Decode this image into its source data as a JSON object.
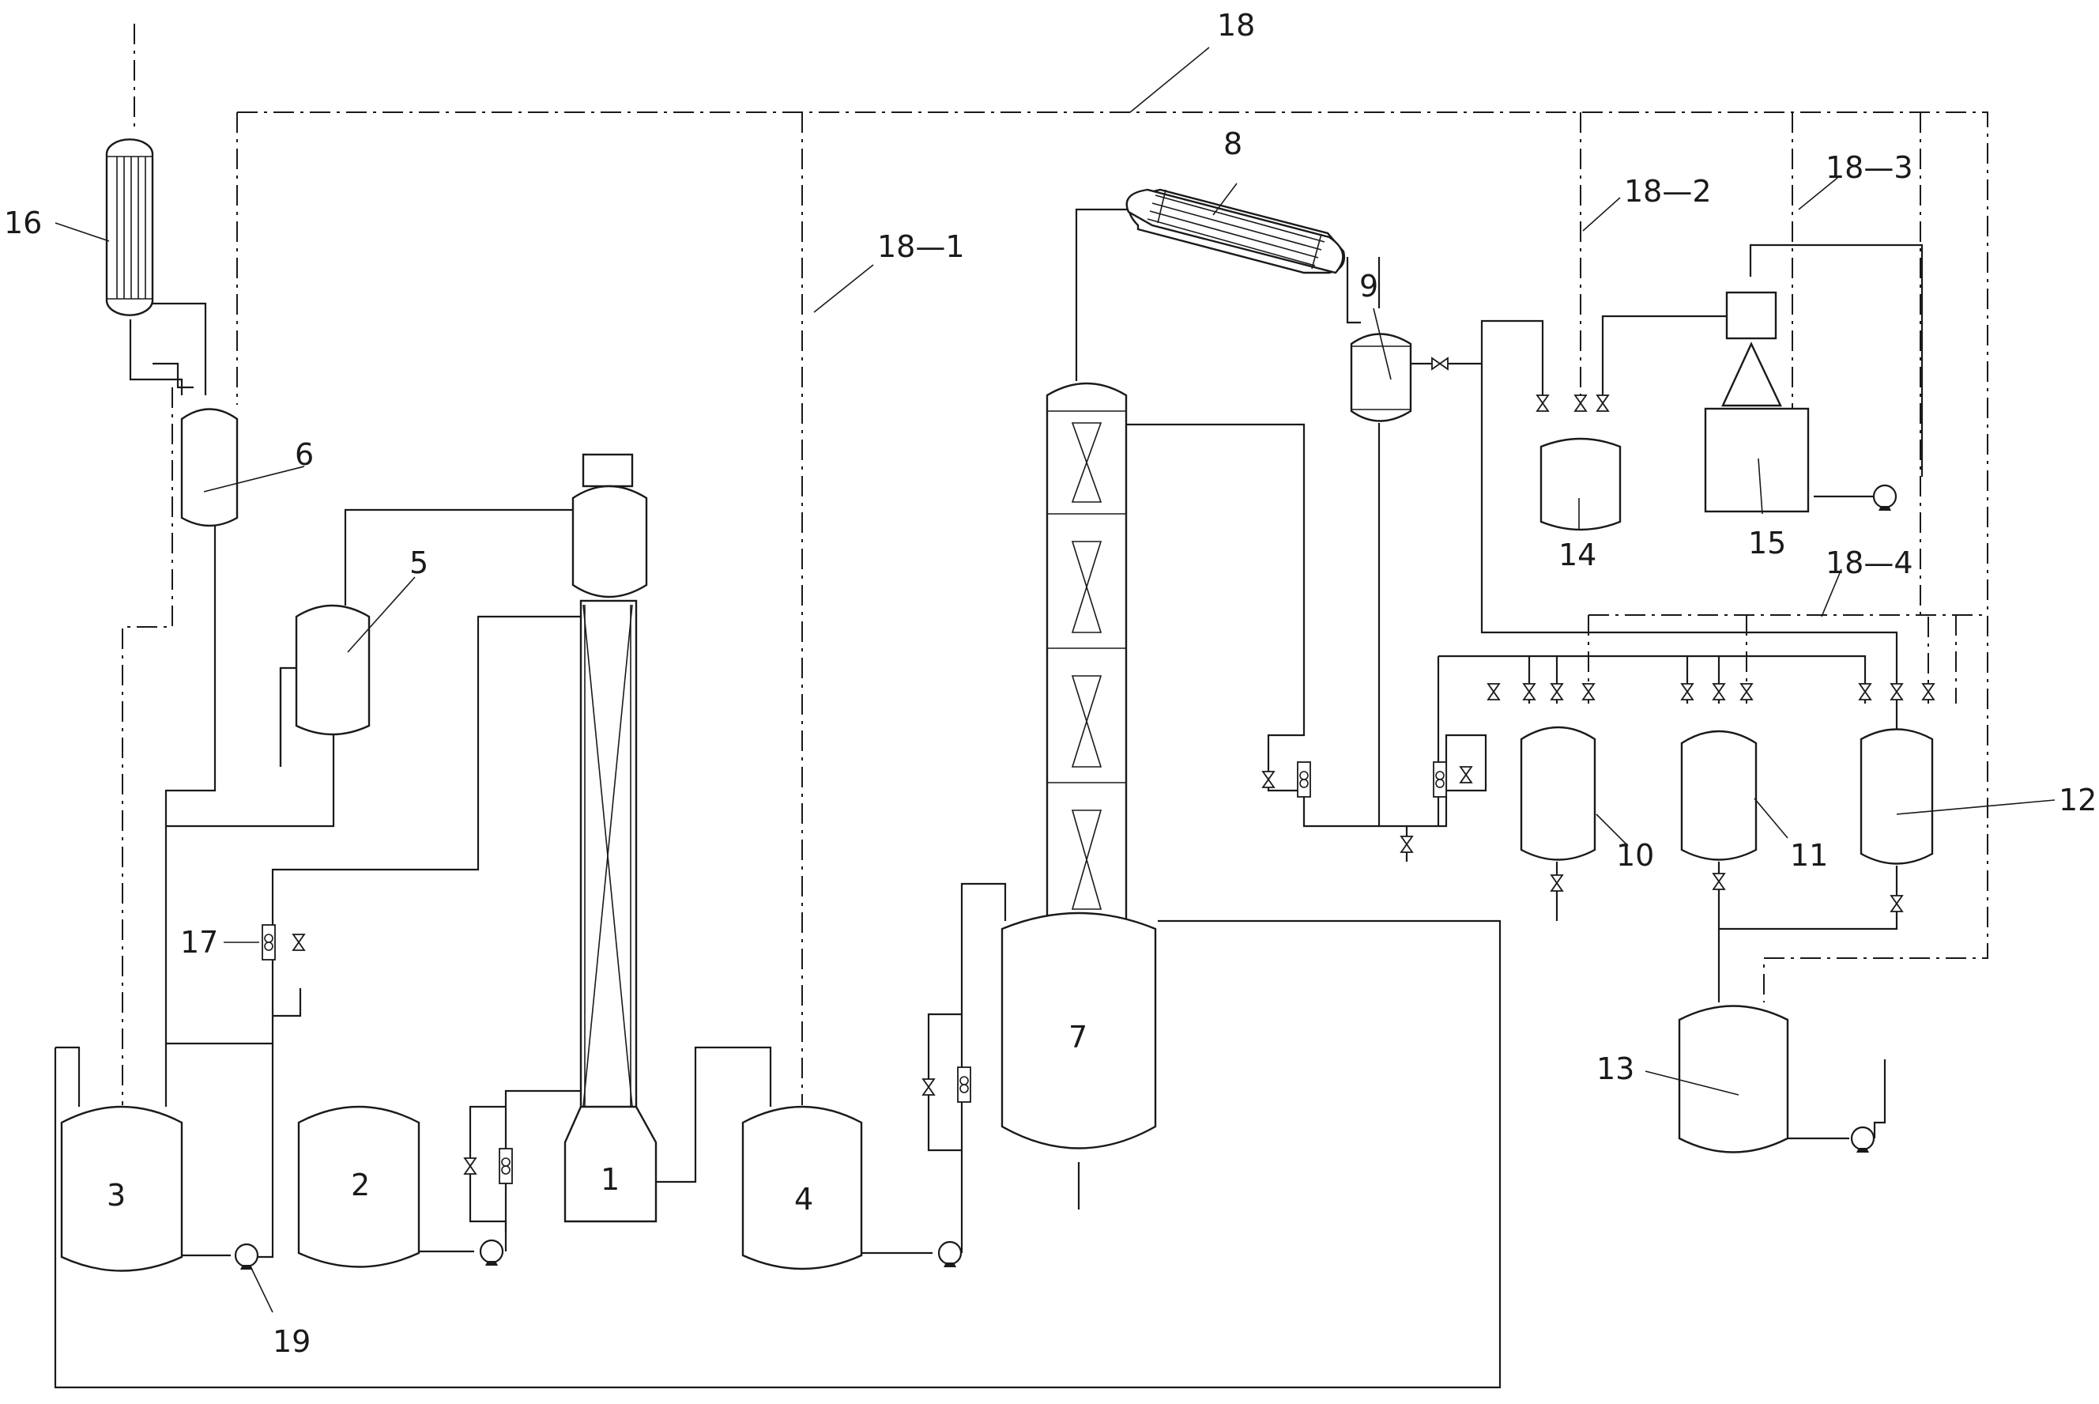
{
  "labels": {
    "l1": "1",
    "l2": "2",
    "l3": "3",
    "l4": "4",
    "l5": "5",
    "l6": "6",
    "l7": "7",
    "l8": "8",
    "l9": "9",
    "l10": "10",
    "l11": "11",
    "l12": "12",
    "l13": "13",
    "l14": "14",
    "l15": "15",
    "l16": "16",
    "l17": "17",
    "l18": "18",
    "l18_1": "18—1",
    "l18_2": "18—2",
    "l18_3": "18—3",
    "l18_4": "18—4",
    "l19": "19"
  }
}
